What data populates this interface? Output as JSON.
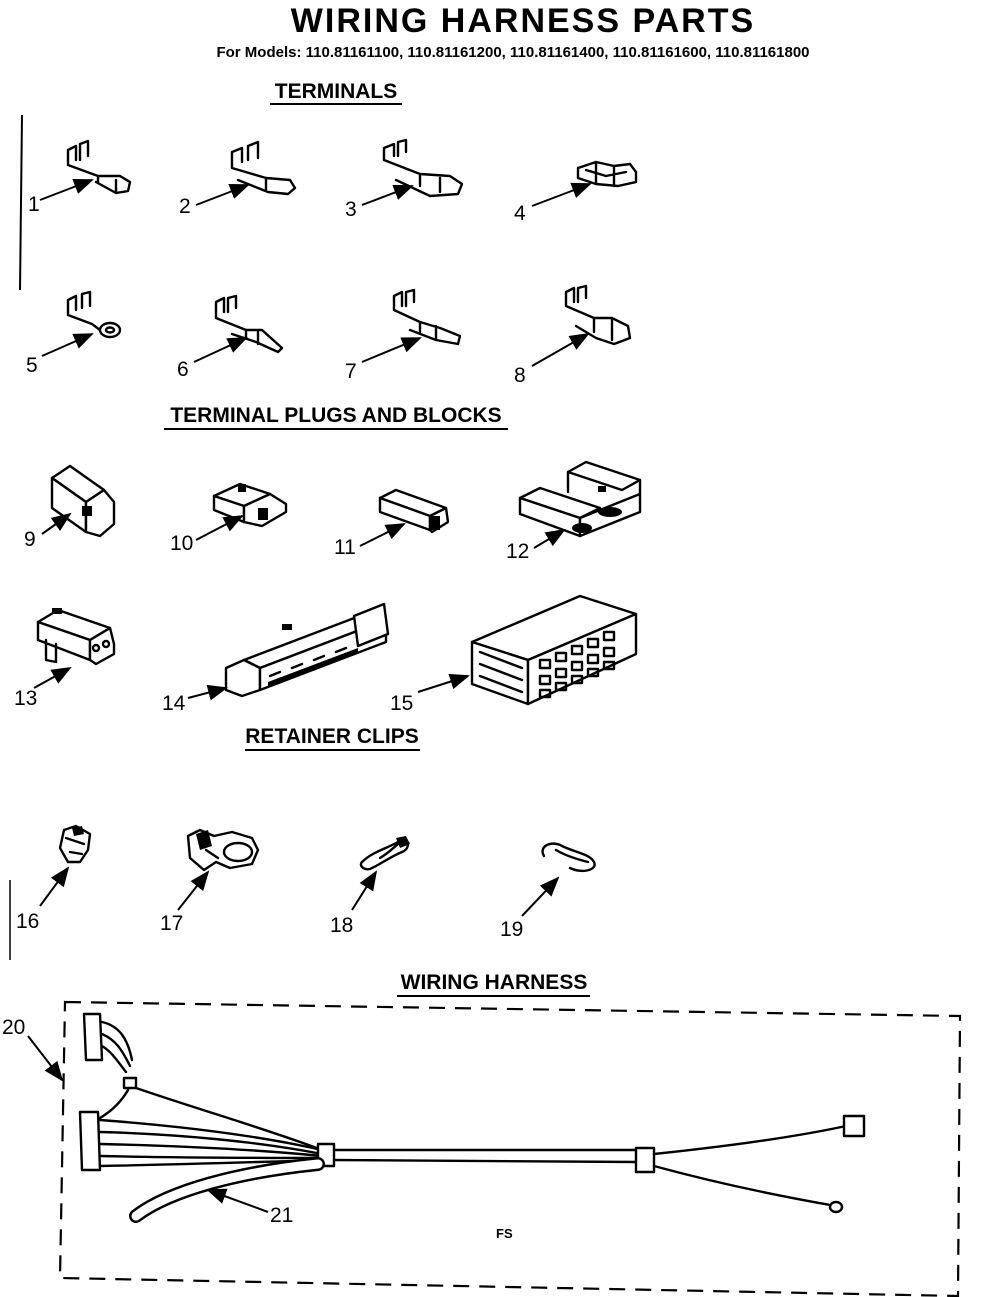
{
  "header": {
    "title": "WIRING HARNESS PARTS",
    "models": "For Models: 110.81161100, 110.81161200, 110.81161400, 110.81161600, 110.81161800"
  },
  "sections": {
    "terminals": "TERMINALS",
    "plugs": "TERMINAL PLUGS AND BLOCKS",
    "clips": "RETAINER CLIPS",
    "harness": "WIRING HARNESS"
  },
  "parts": [
    {
      "num": "1",
      "kind": "terminal"
    },
    {
      "num": "2",
      "kind": "terminal"
    },
    {
      "num": "3",
      "kind": "terminal"
    },
    {
      "num": "4",
      "kind": "terminal"
    },
    {
      "num": "5",
      "kind": "ring-terminal"
    },
    {
      "num": "6",
      "kind": "terminal"
    },
    {
      "num": "7",
      "kind": "terminal"
    },
    {
      "num": "8",
      "kind": "terminal"
    },
    {
      "num": "9",
      "kind": "plug"
    },
    {
      "num": "10",
      "kind": "plug"
    },
    {
      "num": "11",
      "kind": "plug"
    },
    {
      "num": "12",
      "kind": "block"
    },
    {
      "num": "13",
      "kind": "plug"
    },
    {
      "num": "14",
      "kind": "block"
    },
    {
      "num": "15",
      "kind": "block"
    },
    {
      "num": "16",
      "kind": "clip"
    },
    {
      "num": "17",
      "kind": "clip"
    },
    {
      "num": "18",
      "kind": "clip"
    },
    {
      "num": "19",
      "kind": "clip"
    },
    {
      "num": "20",
      "kind": "wiring-harness"
    },
    {
      "num": "21",
      "kind": "sleeve"
    }
  ],
  "harness_code": "FS"
}
